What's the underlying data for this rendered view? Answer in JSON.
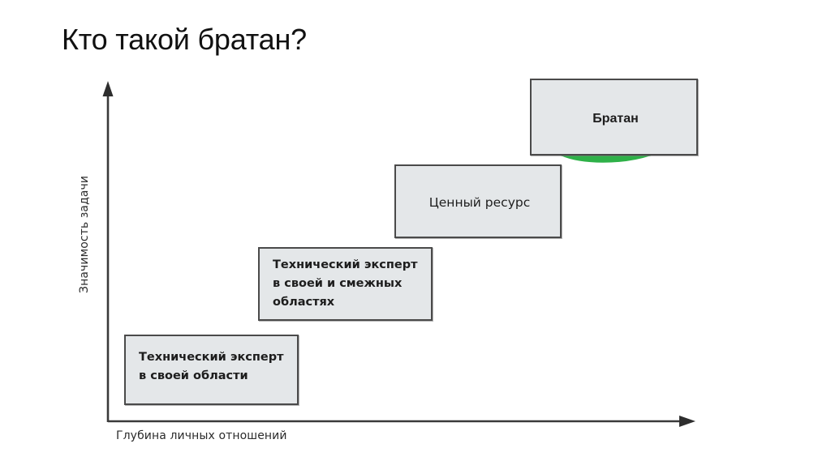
{
  "slide": {
    "title": "Кто такой братан?",
    "background_color": "#ffffff"
  },
  "chart_data": {
    "type": "bar",
    "title": "Кто такой братан?",
    "xlabel": "Глубина личных отношений",
    "ylabel": "Значимость задачи",
    "grid": false,
    "legend": null,
    "categories": [
      "Технический эксперт\nв своей области",
      "Технический эксперт\nв своей и смежных\nобластях",
      "Ценный ресурс",
      "Братан"
    ],
    "values": [
      1,
      2,
      3,
      4
    ],
    "description": "Ступенчатая диаграмма из четырёх прямоугольников, возрастающих слева направо и снизу вверх",
    "annotations": [
      {
        "type": "hand-drawn-ellipse",
        "target": "Братан",
        "color": "#2eb148"
      }
    ]
  },
  "axes": {
    "y_label": "Значимость задачи",
    "x_label": "Глубина личных отношений",
    "axis_color": "#3a3a3a",
    "y_arrow_icon": "arrow-up-icon",
    "x_arrow_icon": "arrow-right-icon"
  },
  "boxes": [
    {
      "id": "box-1",
      "label": "Технический эксперт\nв своей области",
      "fill": "#e4e7e9",
      "border": "#4a4a4a"
    },
    {
      "id": "box-2",
      "label": "Технический эксперт\nв своей и смежных\nобластях",
      "fill": "#e4e7e9",
      "border": "#4a4a4a"
    },
    {
      "id": "box-3",
      "label": "Ценный ресурс",
      "fill": "#e4e7e9",
      "border": "#4a4a4a"
    },
    {
      "id": "box-4",
      "label": "Братан",
      "fill": "#e4e7e9",
      "border": "#4a4a4a"
    }
  ],
  "annotation": {
    "name": "green-circle-highlight",
    "color": "#2eb148",
    "stroke_width": 11
  }
}
